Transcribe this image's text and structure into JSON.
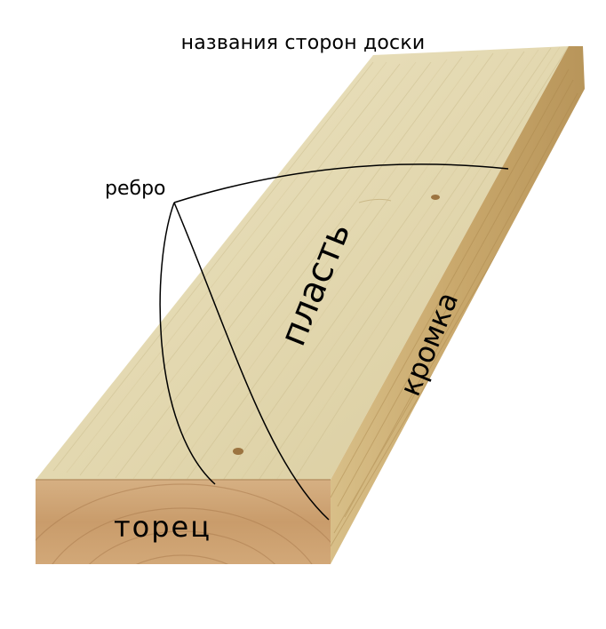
{
  "figure": {
    "title": "названия сторон доски",
    "labels": {
      "edge": "ребро",
      "face": "пласть",
      "side": "кромка",
      "end": "торец"
    },
    "colors": {
      "face_light": "#e6dcb6",
      "face_mid": "#d8cca0",
      "side_dark": "#c4a468",
      "side_mid": "#d3b67c",
      "end_light": "#d0a878",
      "end_dark": "#b98b5a",
      "text": "#000000",
      "background": "#ffffff"
    }
  }
}
